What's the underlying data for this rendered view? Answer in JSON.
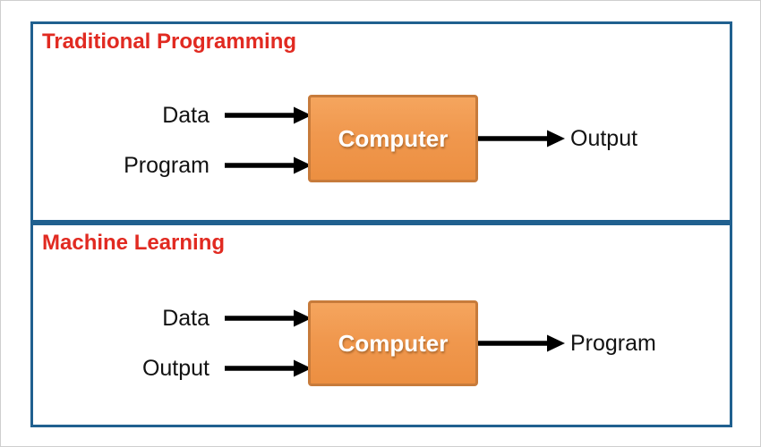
{
  "colors": {
    "panel_border": "#20608F",
    "title": "#E12A21",
    "box_fill": "#F0984E",
    "box_border": "#C77B3B",
    "arrow": "#000000"
  },
  "diagram": {
    "panels": [
      {
        "title": "Traditional Programming",
        "inputs": [
          "Data",
          "Program"
        ],
        "processor": "Computer",
        "output": "Output"
      },
      {
        "title": "Machine Learning",
        "inputs": [
          "Data",
          "Output"
        ],
        "processor": "Computer",
        "output": "Program"
      }
    ]
  }
}
